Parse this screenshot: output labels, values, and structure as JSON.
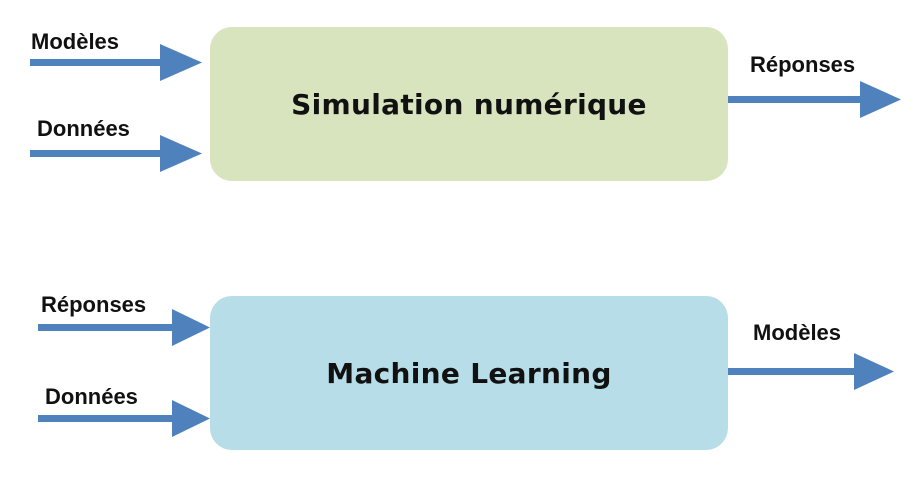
{
  "diagram": {
    "simulation": {
      "title": "Simulation numérique",
      "inputs": [
        "Modèles",
        "Données"
      ],
      "output": "Réponses",
      "fill_color": "#d7e4bd"
    },
    "machine_learning": {
      "title": "Machine Learning",
      "inputs": [
        "Réponses",
        "Données"
      ],
      "output": "Modèles",
      "fill_color": "#b7dee8"
    },
    "arrow_color": "#4f81bd"
  }
}
